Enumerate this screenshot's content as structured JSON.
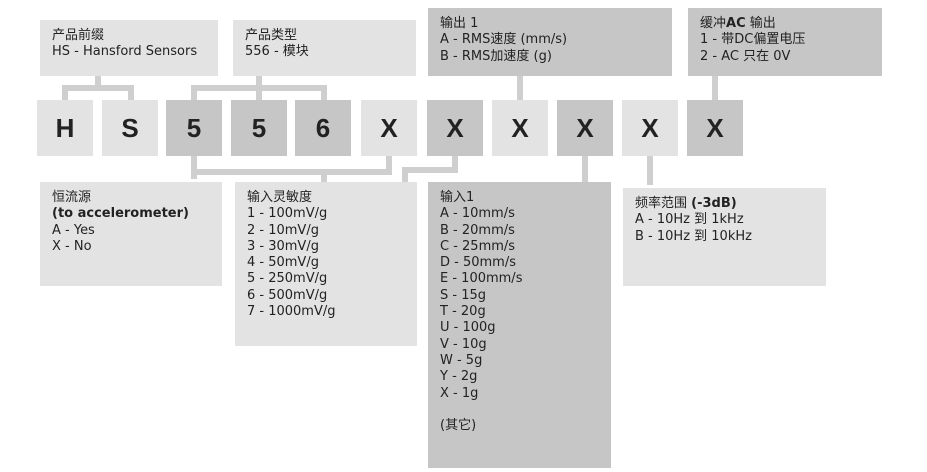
{
  "header_boxes": {
    "prefix": {
      "lines": [
        "产品前缀",
        "HS - Hansford Sensors"
      ]
    },
    "type": {
      "lines": [
        "产品类型",
        "556 - 模块"
      ]
    },
    "output": {
      "lines": [
        "输出 1",
        "A - RMS速度 (mm/s)",
        "B - RMS加速度 (g)"
      ]
    },
    "buffer": {
      "title_pre": "缓冲",
      "title_bold": "AC",
      "title_post": " 输出",
      "lines": [
        "1 - 带DC偏置电压",
        "2 - AC 只在 0V"
      ]
    }
  },
  "code_cells": [
    "H",
    "S",
    "5",
    "5",
    "6",
    "X",
    "X",
    "X",
    "X",
    "X",
    "X"
  ],
  "bottom_boxes": {
    "constant_current": {
      "title": "恒流源",
      "subtitle": "(to accelerometer)",
      "lines": [
        "A - Yes",
        "X - No"
      ]
    },
    "sensitivity": {
      "title": "输入灵敏度",
      "lines": [
        "1 - 100mV/g",
        "2 - 10mV/g",
        "3 - 30mV/g",
        "4 - 50mV/g",
        "5 - 250mV/g",
        "6 - 500mV/g",
        "7 - 1000mV/g"
      ]
    },
    "input1": {
      "title": "输入1",
      "lines": [
        "A - 10mm/s",
        "B - 20mm/s",
        "C - 25mm/s",
        "D - 50mm/s",
        "E - 100mm/s",
        "S - 15g",
        "T - 20g",
        "U - 100g",
        "V - 10g",
        "W - 5g",
        "Y - 2g",
        "X - 1g"
      ],
      "footer": "(其它)"
    },
    "frequency": {
      "title_pre": "频率范围 ",
      "title_bold": "(-3dB)",
      "lines": [
        "A - 10Hz 到 1kHz",
        "B - 10Hz 到 10kHz"
      ]
    }
  },
  "colors": {
    "light_gray": "#e3e3e3",
    "dark_gray": "#c6c6c6",
    "text": "#222222",
    "connector": "#cfcfcf"
  }
}
